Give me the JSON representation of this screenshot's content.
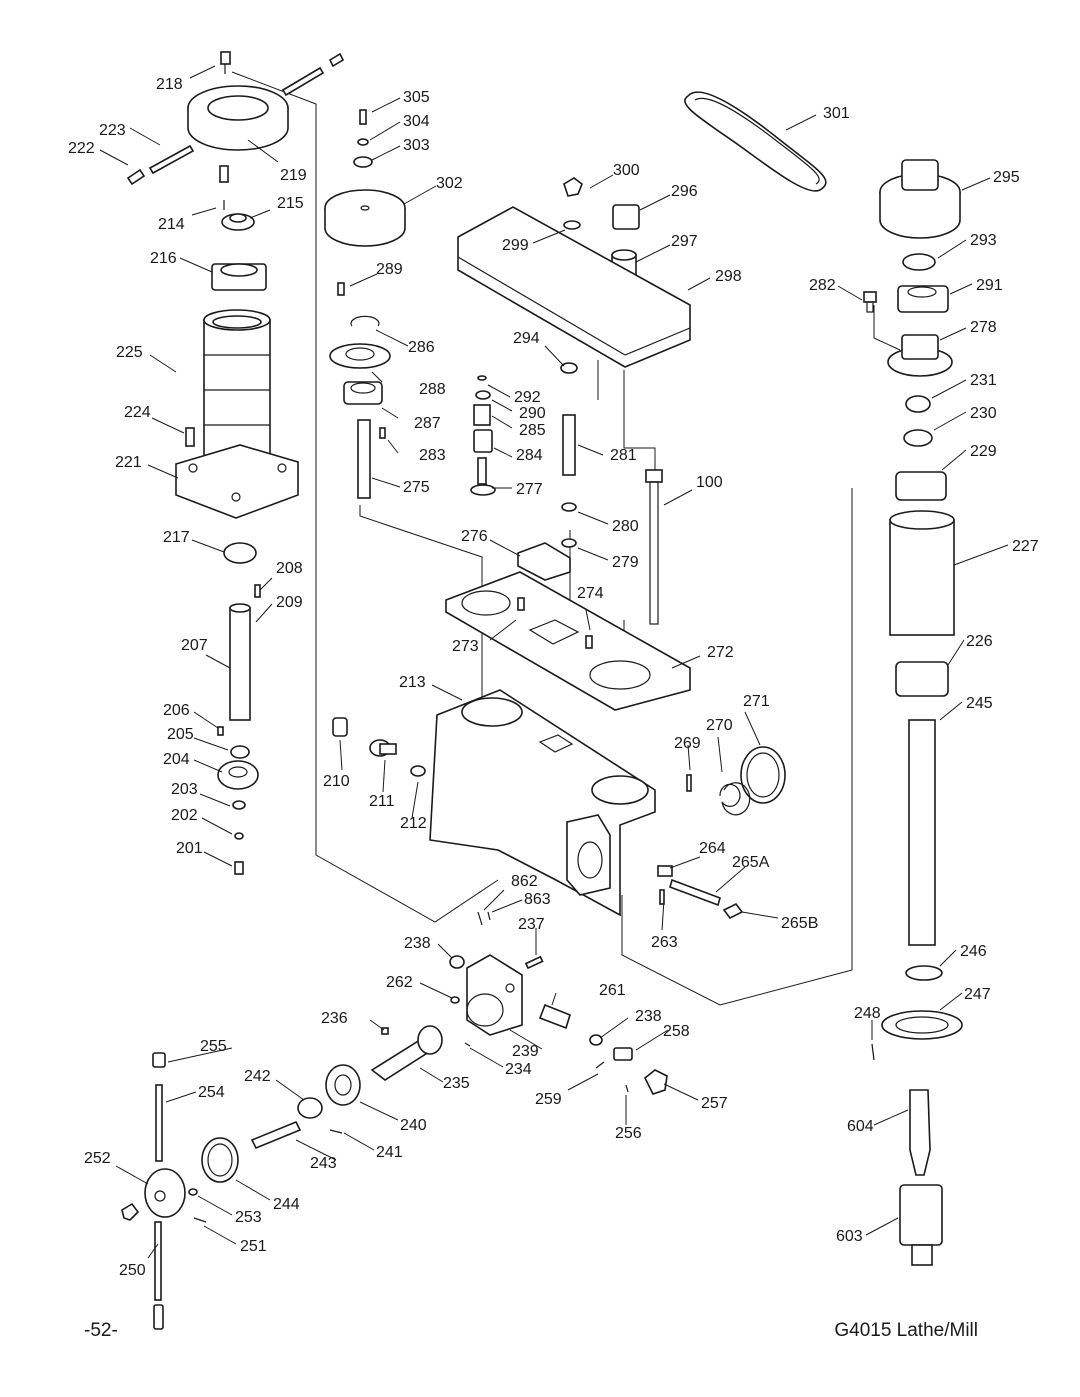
{
  "document": {
    "page_number": "-52-",
    "title": "G4015 Lathe/Mill"
  },
  "diagram": {
    "callouts": [
      {
        "id": "218",
        "label": "218"
      },
      {
        "id": "223",
        "label": "223"
      },
      {
        "id": "222",
        "label": "222"
      },
      {
        "id": "219",
        "label": "219"
      },
      {
        "id": "215",
        "label": "215"
      },
      {
        "id": "214",
        "label": "214"
      },
      {
        "id": "216",
        "label": "216"
      },
      {
        "id": "225",
        "label": "225"
      },
      {
        "id": "224",
        "label": "224"
      },
      {
        "id": "221",
        "label": "221"
      },
      {
        "id": "217",
        "label": "217"
      },
      {
        "id": "208",
        "label": "208"
      },
      {
        "id": "209",
        "label": "209"
      },
      {
        "id": "207",
        "label": "207"
      },
      {
        "id": "206",
        "label": "206"
      },
      {
        "id": "205",
        "label": "205"
      },
      {
        "id": "204",
        "label": "204"
      },
      {
        "id": "203",
        "label": "203"
      },
      {
        "id": "202",
        "label": "202"
      },
      {
        "id": "201",
        "label": "201"
      },
      {
        "id": "305",
        "label": "305"
      },
      {
        "id": "304",
        "label": "304"
      },
      {
        "id": "303",
        "label": "303"
      },
      {
        "id": "302",
        "label": "302"
      },
      {
        "id": "289",
        "label": "289"
      },
      {
        "id": "286",
        "label": "286"
      },
      {
        "id": "288",
        "label": "288"
      },
      {
        "id": "287",
        "label": "287"
      },
      {
        "id": "283",
        "label": "283"
      },
      {
        "id": "275",
        "label": "275"
      },
      {
        "id": "301",
        "label": "301"
      },
      {
        "id": "300",
        "label": "300"
      },
      {
        "id": "296",
        "label": "296"
      },
      {
        "id": "299",
        "label": "299"
      },
      {
        "id": "297",
        "label": "297"
      },
      {
        "id": "298",
        "label": "298"
      },
      {
        "id": "294",
        "label": "294"
      },
      {
        "id": "292",
        "label": "292"
      },
      {
        "id": "290",
        "label": "290"
      },
      {
        "id": "285",
        "label": "285"
      },
      {
        "id": "284",
        "label": "284"
      },
      {
        "id": "277",
        "label": "277"
      },
      {
        "id": "281",
        "label": "281"
      },
      {
        "id": "100",
        "label": "100"
      },
      {
        "id": "280",
        "label": "280"
      },
      {
        "id": "276",
        "label": "276"
      },
      {
        "id": "279",
        "label": "279"
      },
      {
        "id": "274",
        "label": "274"
      },
      {
        "id": "273",
        "label": "273"
      },
      {
        "id": "272",
        "label": "272"
      },
      {
        "id": "213",
        "label": "213"
      },
      {
        "id": "271",
        "label": "271"
      },
      {
        "id": "270",
        "label": "270"
      },
      {
        "id": "269",
        "label": "269"
      },
      {
        "id": "210",
        "label": "210"
      },
      {
        "id": "211",
        "label": "211"
      },
      {
        "id": "212",
        "label": "212"
      },
      {
        "id": "264",
        "label": "264"
      },
      {
        "id": "265A",
        "label": "265A"
      },
      {
        "id": "265B",
        "label": "265B"
      },
      {
        "id": "263",
        "label": "263"
      },
      {
        "id": "862",
        "label": "862"
      },
      {
        "id": "863",
        "label": "863"
      },
      {
        "id": "237",
        "label": "237"
      },
      {
        "id": "238a",
        "label": "238"
      },
      {
        "id": "262",
        "label": "262"
      },
      {
        "id": "261",
        "label": "261"
      },
      {
        "id": "236",
        "label": "236"
      },
      {
        "id": "238b",
        "label": "238"
      },
      {
        "id": "258",
        "label": "258"
      },
      {
        "id": "239",
        "label": "239"
      },
      {
        "id": "234",
        "label": "234"
      },
      {
        "id": "235",
        "label": "235"
      },
      {
        "id": "242",
        "label": "242"
      },
      {
        "id": "240",
        "label": "240"
      },
      {
        "id": "241",
        "label": "241"
      },
      {
        "id": "243",
        "label": "243"
      },
      {
        "id": "259",
        "label": "259"
      },
      {
        "id": "257",
        "label": "257"
      },
      {
        "id": "256",
        "label": "256"
      },
      {
        "id": "255",
        "label": "255"
      },
      {
        "id": "254",
        "label": "254"
      },
      {
        "id": "252",
        "label": "252"
      },
      {
        "id": "244",
        "label": "244"
      },
      {
        "id": "253",
        "label": "253"
      },
      {
        "id": "251",
        "label": "251"
      },
      {
        "id": "250",
        "label": "250"
      },
      {
        "id": "295",
        "label": "295"
      },
      {
        "id": "293",
        "label": "293"
      },
      {
        "id": "282",
        "label": "282"
      },
      {
        "id": "291",
        "label": "291"
      },
      {
        "id": "278",
        "label": "278"
      },
      {
        "id": "231",
        "label": "231"
      },
      {
        "id": "230",
        "label": "230"
      },
      {
        "id": "229",
        "label": "229"
      },
      {
        "id": "227",
        "label": "227"
      },
      {
        "id": "226",
        "label": "226"
      },
      {
        "id": "245",
        "label": "245"
      },
      {
        "id": "246",
        "label": "246"
      },
      {
        "id": "247",
        "label": "247"
      },
      {
        "id": "248",
        "label": "248"
      },
      {
        "id": "604",
        "label": "604"
      },
      {
        "id": "603",
        "label": "603"
      }
    ]
  }
}
